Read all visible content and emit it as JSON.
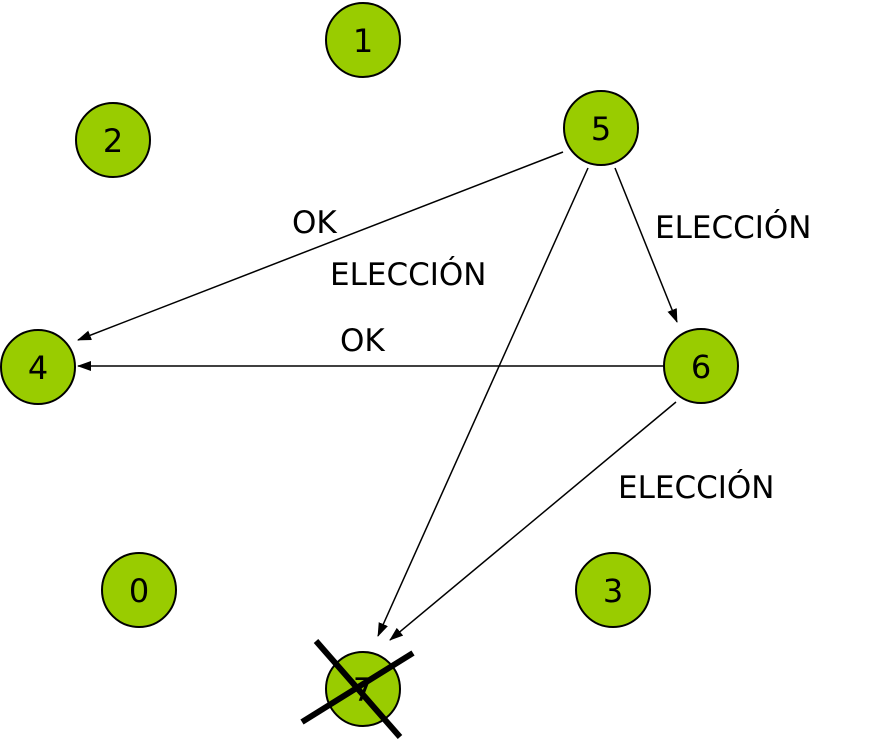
{
  "title": "Bully election algorithm diagram",
  "colors": {
    "node_fill": "#99cc00",
    "stroke": "#000000"
  },
  "nodes": [
    {
      "id": "1",
      "label": "1"
    },
    {
      "id": "2",
      "label": "2"
    },
    {
      "id": "5",
      "label": "5"
    },
    {
      "id": "4",
      "label": "4"
    },
    {
      "id": "6",
      "label": "6"
    },
    {
      "id": "0",
      "label": "0"
    },
    {
      "id": "3",
      "label": "3"
    },
    {
      "id": "7",
      "label": "7",
      "crashed": true
    }
  ],
  "edges": [
    {
      "from": "5",
      "to": "4",
      "label": "OK"
    },
    {
      "from": "5",
      "to": "7",
      "label": "ELECCIÓN"
    },
    {
      "from": "5",
      "to": "6",
      "label": "ELECCIÓN"
    },
    {
      "from": "6",
      "to": "4",
      "label": "OK"
    },
    {
      "from": "6",
      "to": "7",
      "label": "ELECCIÓN"
    }
  ]
}
